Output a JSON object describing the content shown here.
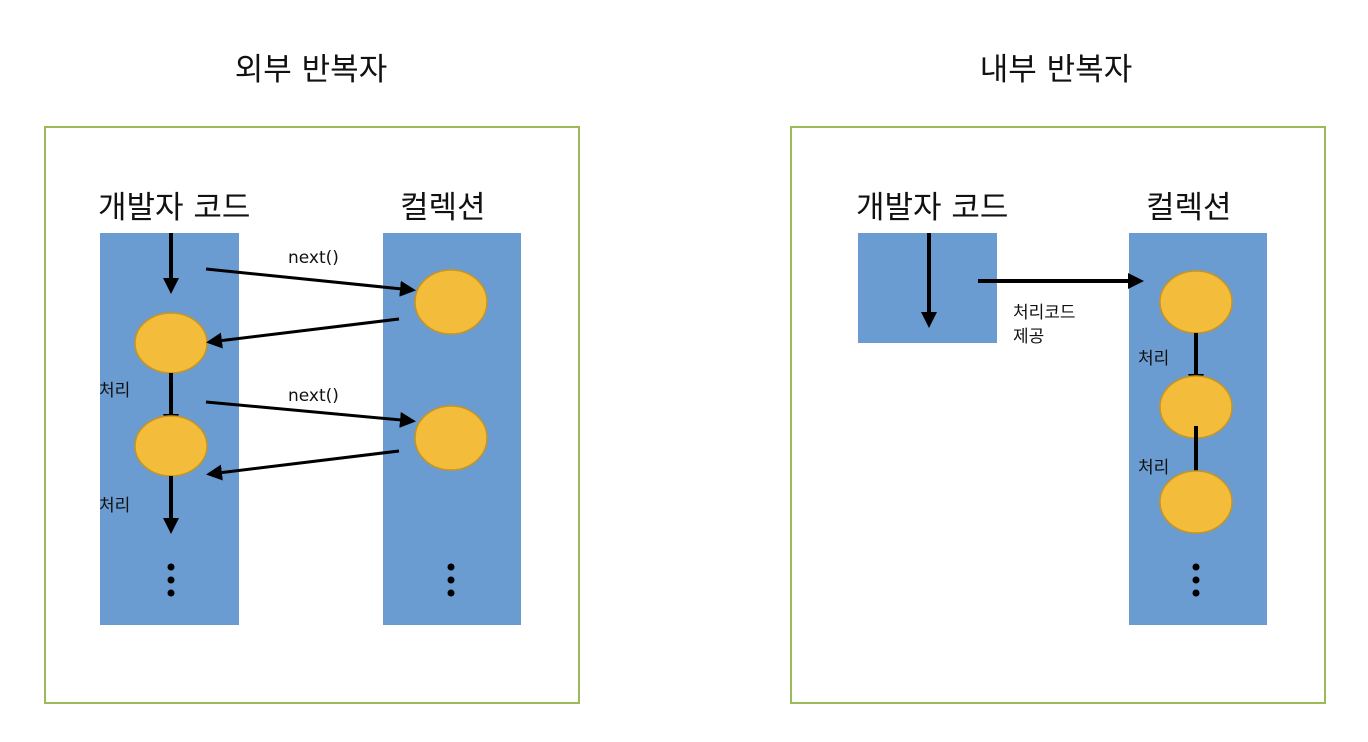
{
  "external": {
    "title": "외부 반복자",
    "developer_code": "개발자 코드",
    "collection": "컬렉션",
    "next_label_1": "next()",
    "next_label_2": "next()",
    "process_label_1": "처리",
    "process_label_2": "처리"
  },
  "internal": {
    "title": "내부 반복자",
    "developer_code": "개발자 코드",
    "collection": "컬렉션",
    "provide_label_line1": "처리코드",
    "provide_label_line2": "제공",
    "process_label_1": "처리",
    "process_label_2": "처리"
  },
  "colors": {
    "frame_border": "#9bbb59",
    "column_fill": "#6a9bd1",
    "node_fill": "#f4bc3b"
  }
}
